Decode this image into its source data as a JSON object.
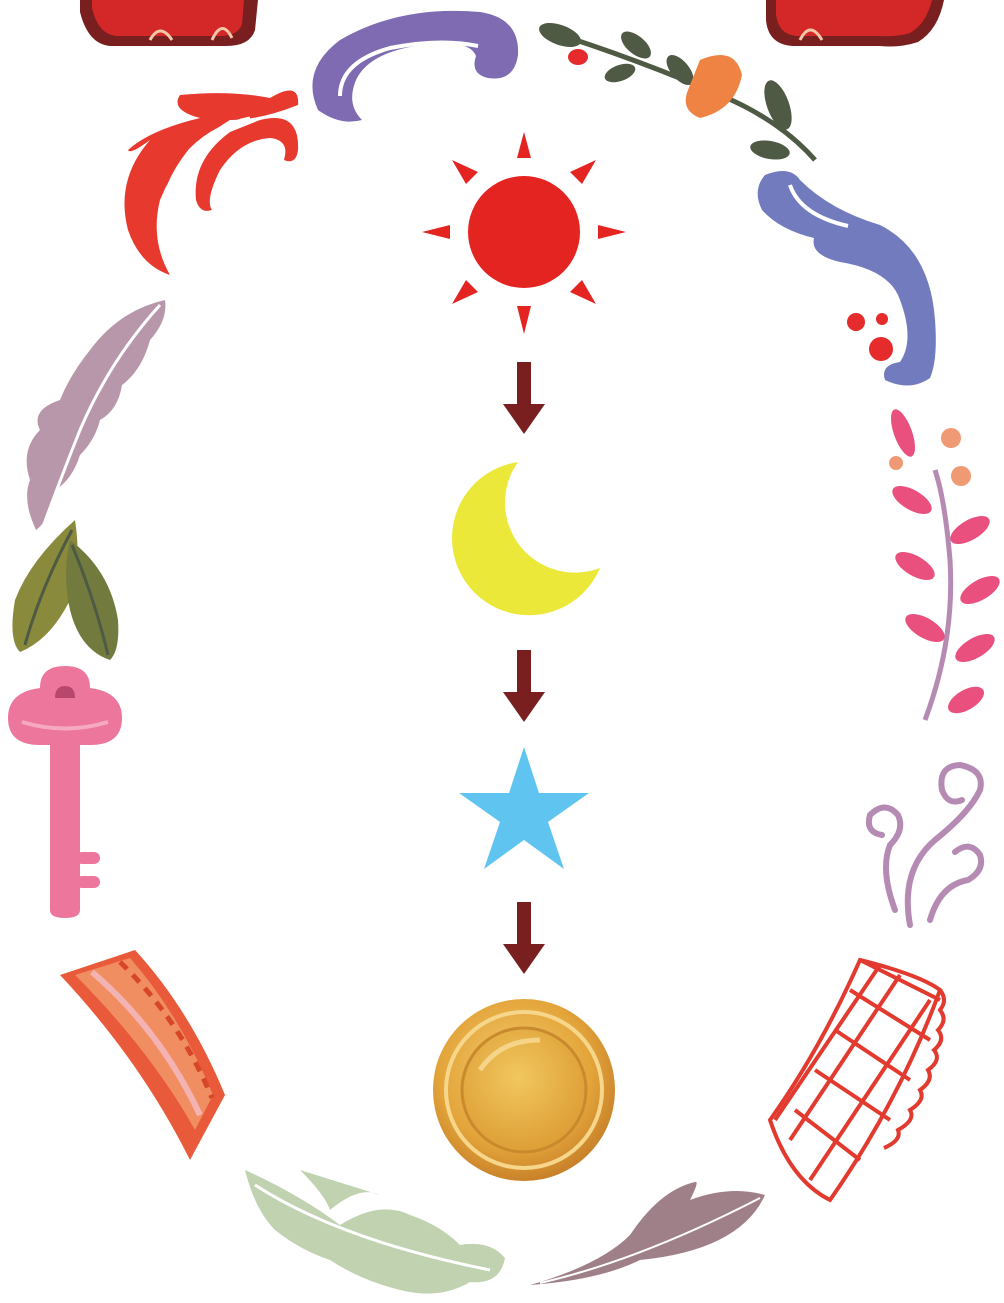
{
  "diagram": {
    "sequence": [
      {
        "id": "sun",
        "icon": "sun-icon",
        "color": "#e42421"
      },
      {
        "id": "moon",
        "icon": "moon-icon",
        "color": "#ece83a"
      },
      {
        "id": "star",
        "icon": "star-icon",
        "color": "#5fc5f0"
      },
      {
        "id": "coin",
        "icon": "coin-icon",
        "color": "#e9a93c"
      }
    ],
    "arrow_color": "#7a1f1f",
    "frame_decorations": [
      "red-seal-icon",
      "red-seal-icon",
      "purple-scroll-icon",
      "flower-branch-icon",
      "red-flourish-icon",
      "blue-flourish-icon",
      "feather-icon",
      "pink-sprig-icon",
      "olive-leaves-icon",
      "key-icon",
      "swirl-icon",
      "ribbon-icon",
      "lace-icon",
      "sage-leaf-icon",
      "mauve-leaf-icon"
    ]
  }
}
